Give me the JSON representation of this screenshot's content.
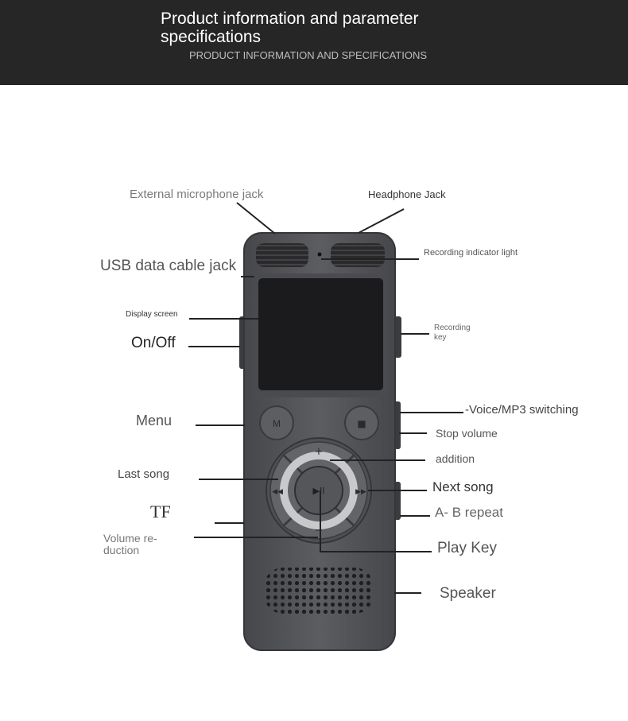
{
  "header": {
    "title": "Product information and parameter specifications",
    "subtitle": "PRODUCT INFORMATION AND SPECIFICATIONS"
  },
  "labels": {
    "external_mic": "External microphone jack",
    "headphone": "Headphone Jack",
    "usb": "USB data cable jack",
    "rec_indicator": "Recording indicator light",
    "display": "Display screen",
    "recording_key": "Recording key",
    "on_off": "On/Off",
    "menu": "Menu",
    "voice_mp3": "-Voice/MP3 switching",
    "stop_volume": "Stop volume",
    "addition": "addition",
    "last_song": "Last song",
    "next_song": "Next song",
    "tf": "TF",
    "ab_repeat": "A- B repeat",
    "volume_reduction": "Volume re-duction",
    "play_key": "Play Key",
    "speaker": "Speaker"
  },
  "device_buttons": {
    "menu_glyph": "M",
    "stop_glyph": "■",
    "plus_glyph": "+",
    "minus_glyph": "−",
    "prev_glyph": "◀◀",
    "next_glyph": "▶▶",
    "play_glyph": "▶II"
  },
  "colors": {
    "header_bg": "#262626",
    "device_body": "#55565a",
    "screen": "#1b1b1d",
    "leader_line": "#222222"
  }
}
